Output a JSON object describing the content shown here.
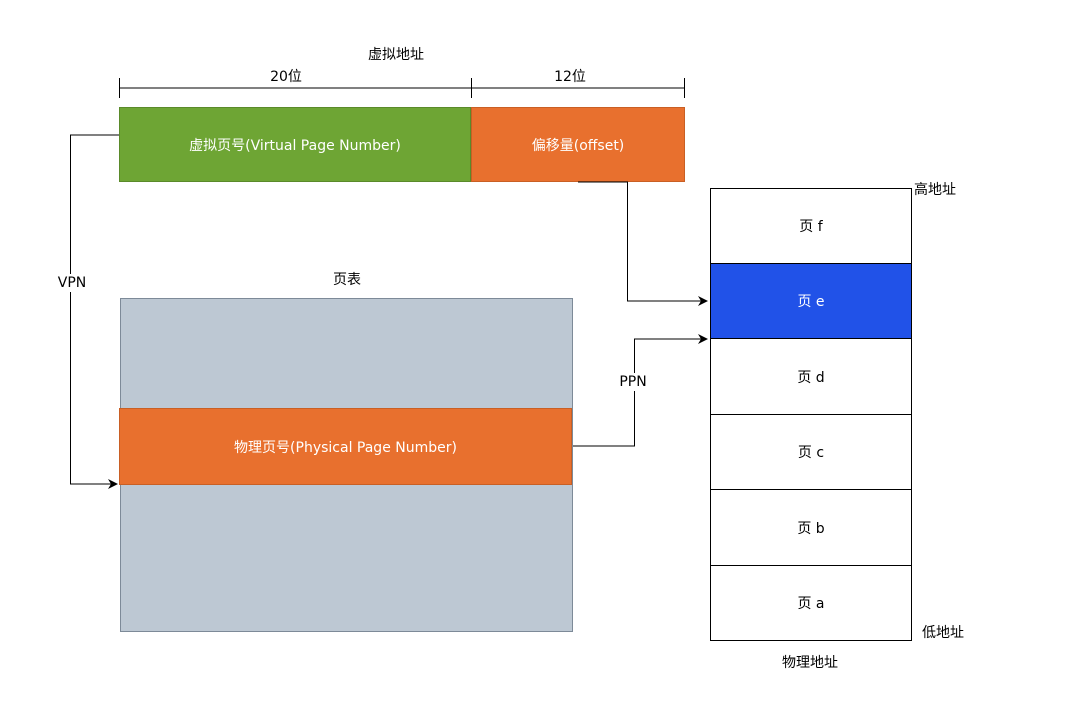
{
  "virtual_address": {
    "title": "虚拟地址",
    "vpn_bits": "20位",
    "offset_bits": "12位",
    "vpn_label": "虚拟页号(Virtual Page Number)",
    "offset_label": "偏移量(offset)",
    "vpn_color": "#6ea534",
    "offset_color": "#e8702e"
  },
  "page_table": {
    "title": "页表",
    "ppn_label": "物理页号(Physical Page Number)",
    "table_color": "#bdc8d3",
    "ppn_color": "#e8702e"
  },
  "arrows": {
    "vpn": "VPN",
    "ppn": "PPN"
  },
  "physical_memory": {
    "title": "物理地址",
    "high_label": "高地址",
    "low_label": "低地址",
    "pages": [
      "页 f",
      "页 e",
      "页 d",
      "页 c",
      "页 b",
      "页 a"
    ],
    "highlight_color": "#2152e8"
  }
}
